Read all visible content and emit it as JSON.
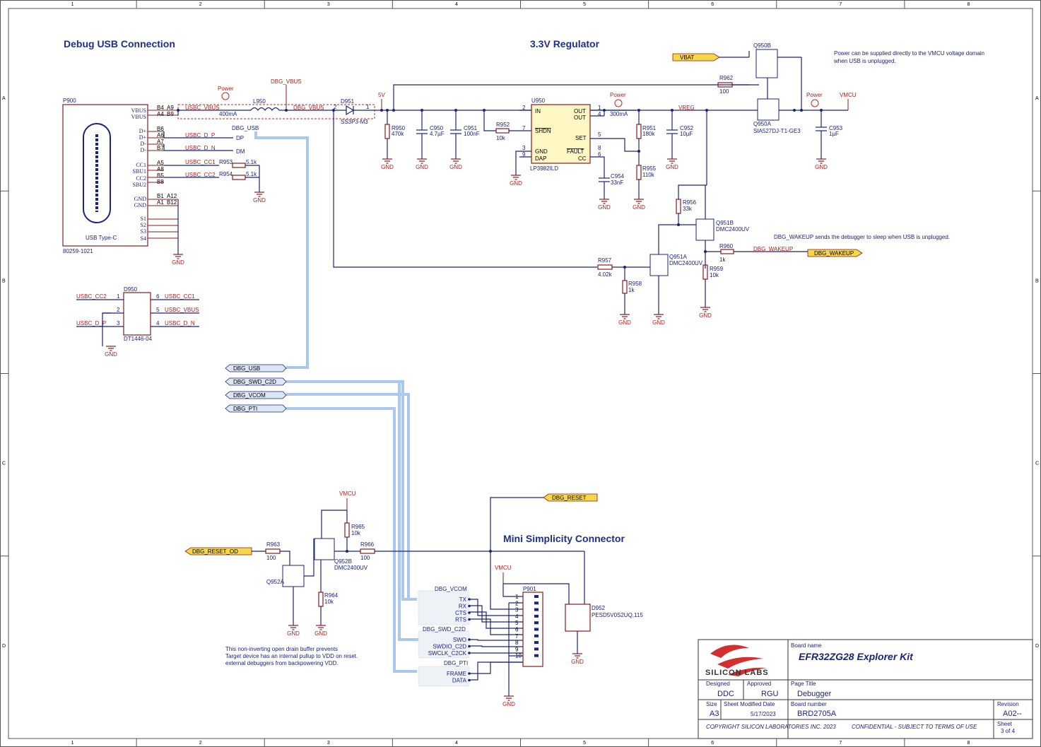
{
  "frame": {
    "cols": [
      "1",
      "2",
      "3",
      "4",
      "5",
      "6",
      "7",
      "8"
    ],
    "rows": [
      "A",
      "B",
      "C",
      "D"
    ]
  },
  "sections": {
    "debug_usb": "Debug USB Connection",
    "regulator": "3.3V Regulator",
    "mini": "Mini Simplicity Connector"
  },
  "notes": {
    "vmcu_line1": "Power can be supplied directly to the VMCU voltage domain",
    "vmcu_line2": "when USB is unplugged.",
    "wakeup": "DBG_WAKEUP sends the debugger to sleep when USB is unplugged.",
    "buffer1": "This non-inverting open drain buffer prevents",
    "buffer2": "Target device has an internal pullup to VDD on reset.",
    "buffer3": "external debuggers from backpowering VDD."
  },
  "p900": {
    "ref": "P900",
    "type": "USB Type-C",
    "part": "80259-1021",
    "pins": [
      "VBUS",
      "VBUS",
      "D+",
      "D+",
      "D-",
      "D-",
      "CC1",
      "SBU1",
      "CC2",
      "SBU2",
      "GND",
      "GND",
      "S1",
      "S2",
      "S3",
      "S4"
    ],
    "pinnums": [
      "B4",
      "A9",
      "A4",
      "B9",
      "B6",
      "A6",
      "A7",
      "B7",
      "A5",
      "A8",
      "B5",
      "B8",
      "B1",
      "A12",
      "A1",
      "B12"
    ]
  },
  "nets": {
    "usbc_vbus": "USBC_VBUS",
    "dbg_vbus": "DBG_VBUS",
    "usbc_dp": "USBC_D_P",
    "usbc_dn": "USBC_D_N",
    "usbc_cc1": "USBC_CC1",
    "usbc_cc2": "USBC_CC2",
    "dbg_usb": "DBG_USB",
    "dp": "DP",
    "dm": "DM",
    "v5": "5V",
    "vreg": "VREG",
    "vbat": "VBAT",
    "vmcu": "VMCU",
    "dbg_wakeup": "DBG_WAKEUP",
    "gnd": "GND",
    "power": "Power",
    "dbg_reset": "DBG_RESET",
    "dbg_reset_od": "DBG_RESET_OD",
    "dbg_swd_c2d": "DBG_SWD_C2D",
    "dbg_vcom": "DBG_VCOM",
    "dbg_pti": "DBG_PTI"
  },
  "parts": {
    "r953": "R953",
    "r953v": "5.1k",
    "r954": "R954",
    "r954v": "5.1k",
    "l950": "L950",
    "l950c": "400mA",
    "d951": "D951",
    "d951p": "SS3P3-M3",
    "r950": "R950",
    "r950v": "470k",
    "c950": "C950",
    "c950v": "4.7µF",
    "c951": "C951",
    "c951v": "100nF",
    "r952": "R952",
    "r952v": "10k",
    "u950": "U950",
    "u950p": "LP3982ILD",
    "u950pins": [
      "IN",
      "SHDN",
      "GND",
      "DAP",
      "OUT",
      "OUT",
      "SET",
      "FAULT",
      "CC"
    ],
    "i300": "300mA",
    "c954": "C954",
    "c954v": "33nF",
    "r951": "R951",
    "r951v": "180k",
    "r955": "R955",
    "r955v": "110k",
    "c952": "C952",
    "c952v": "10µF",
    "r962": "R962",
    "r962v": "100",
    "q950b": "Q950B",
    "q950a": "Q950A",
    "q950p": "SIA527DJ-T1-GE3",
    "c953": "C953",
    "c953v": "1µF",
    "r956": "R956",
    "r956v": "33k",
    "q951b": "Q951B",
    "q951a": "Q951A",
    "q951p": "DMC2400UV",
    "r960": "R960",
    "r960v": "1k",
    "r959": "R959",
    "r959v": "10k",
    "r957": "R957",
    "r957v": "4.02k",
    "r958": "R958",
    "r958v": "1k",
    "d950": "D950",
    "d950p": "DT1446-04",
    "r963": "R963",
    "r963v": "100",
    "q952a": "Q952A",
    "q952b": "Q952B",
    "q952p": "DMC2400UV",
    "r965": "R965",
    "r965v": "10k",
    "r966": "R966",
    "r966v": "100",
    "r964": "R964",
    "r964v": "10k",
    "p901": "P901",
    "d952": "D952",
    "d952p": "PESD5V0S2UQ,115"
  },
  "connector": {
    "vcom": [
      "TX",
      "RX",
      "CTS",
      "RTS"
    ],
    "swd": [
      "SWO",
      "SWDIO_C2D",
      "SWCLK_C2CK"
    ],
    "pti": [
      "FRAME",
      "DATA"
    ]
  },
  "titleblock": {
    "board_name_label": "Board name",
    "board_name": "EFR32ZG28 Explorer Kit",
    "logo": "SILICON LABS",
    "designed_label": "Designed",
    "designed": "DDC",
    "approved_label": "Approved",
    "approved": "RGU",
    "page_title_label": "Page Title",
    "page_title": "Debugger",
    "size_label": "Size",
    "size": "A3",
    "modified_label": "Sheet Modified Date",
    "modified": "5/17/2023",
    "board_number_label": "Board number",
    "board_number": "BRD2705A",
    "revision_label": "Revision",
    "revision": "A02--",
    "sheet_label": "Sheet",
    "sheet": "3  of 4",
    "copyright": "COPYRIGHT SILICON LABORATORIES INC. 2023",
    "confidential": "CONFIDENTIAL - SUBJECT TO TERMS OF USE"
  },
  "colors": {
    "wire": "#1a237e",
    "part": "#8b1a1a",
    "bus": "#aac8ee",
    "tag": "#f5d84a"
  }
}
